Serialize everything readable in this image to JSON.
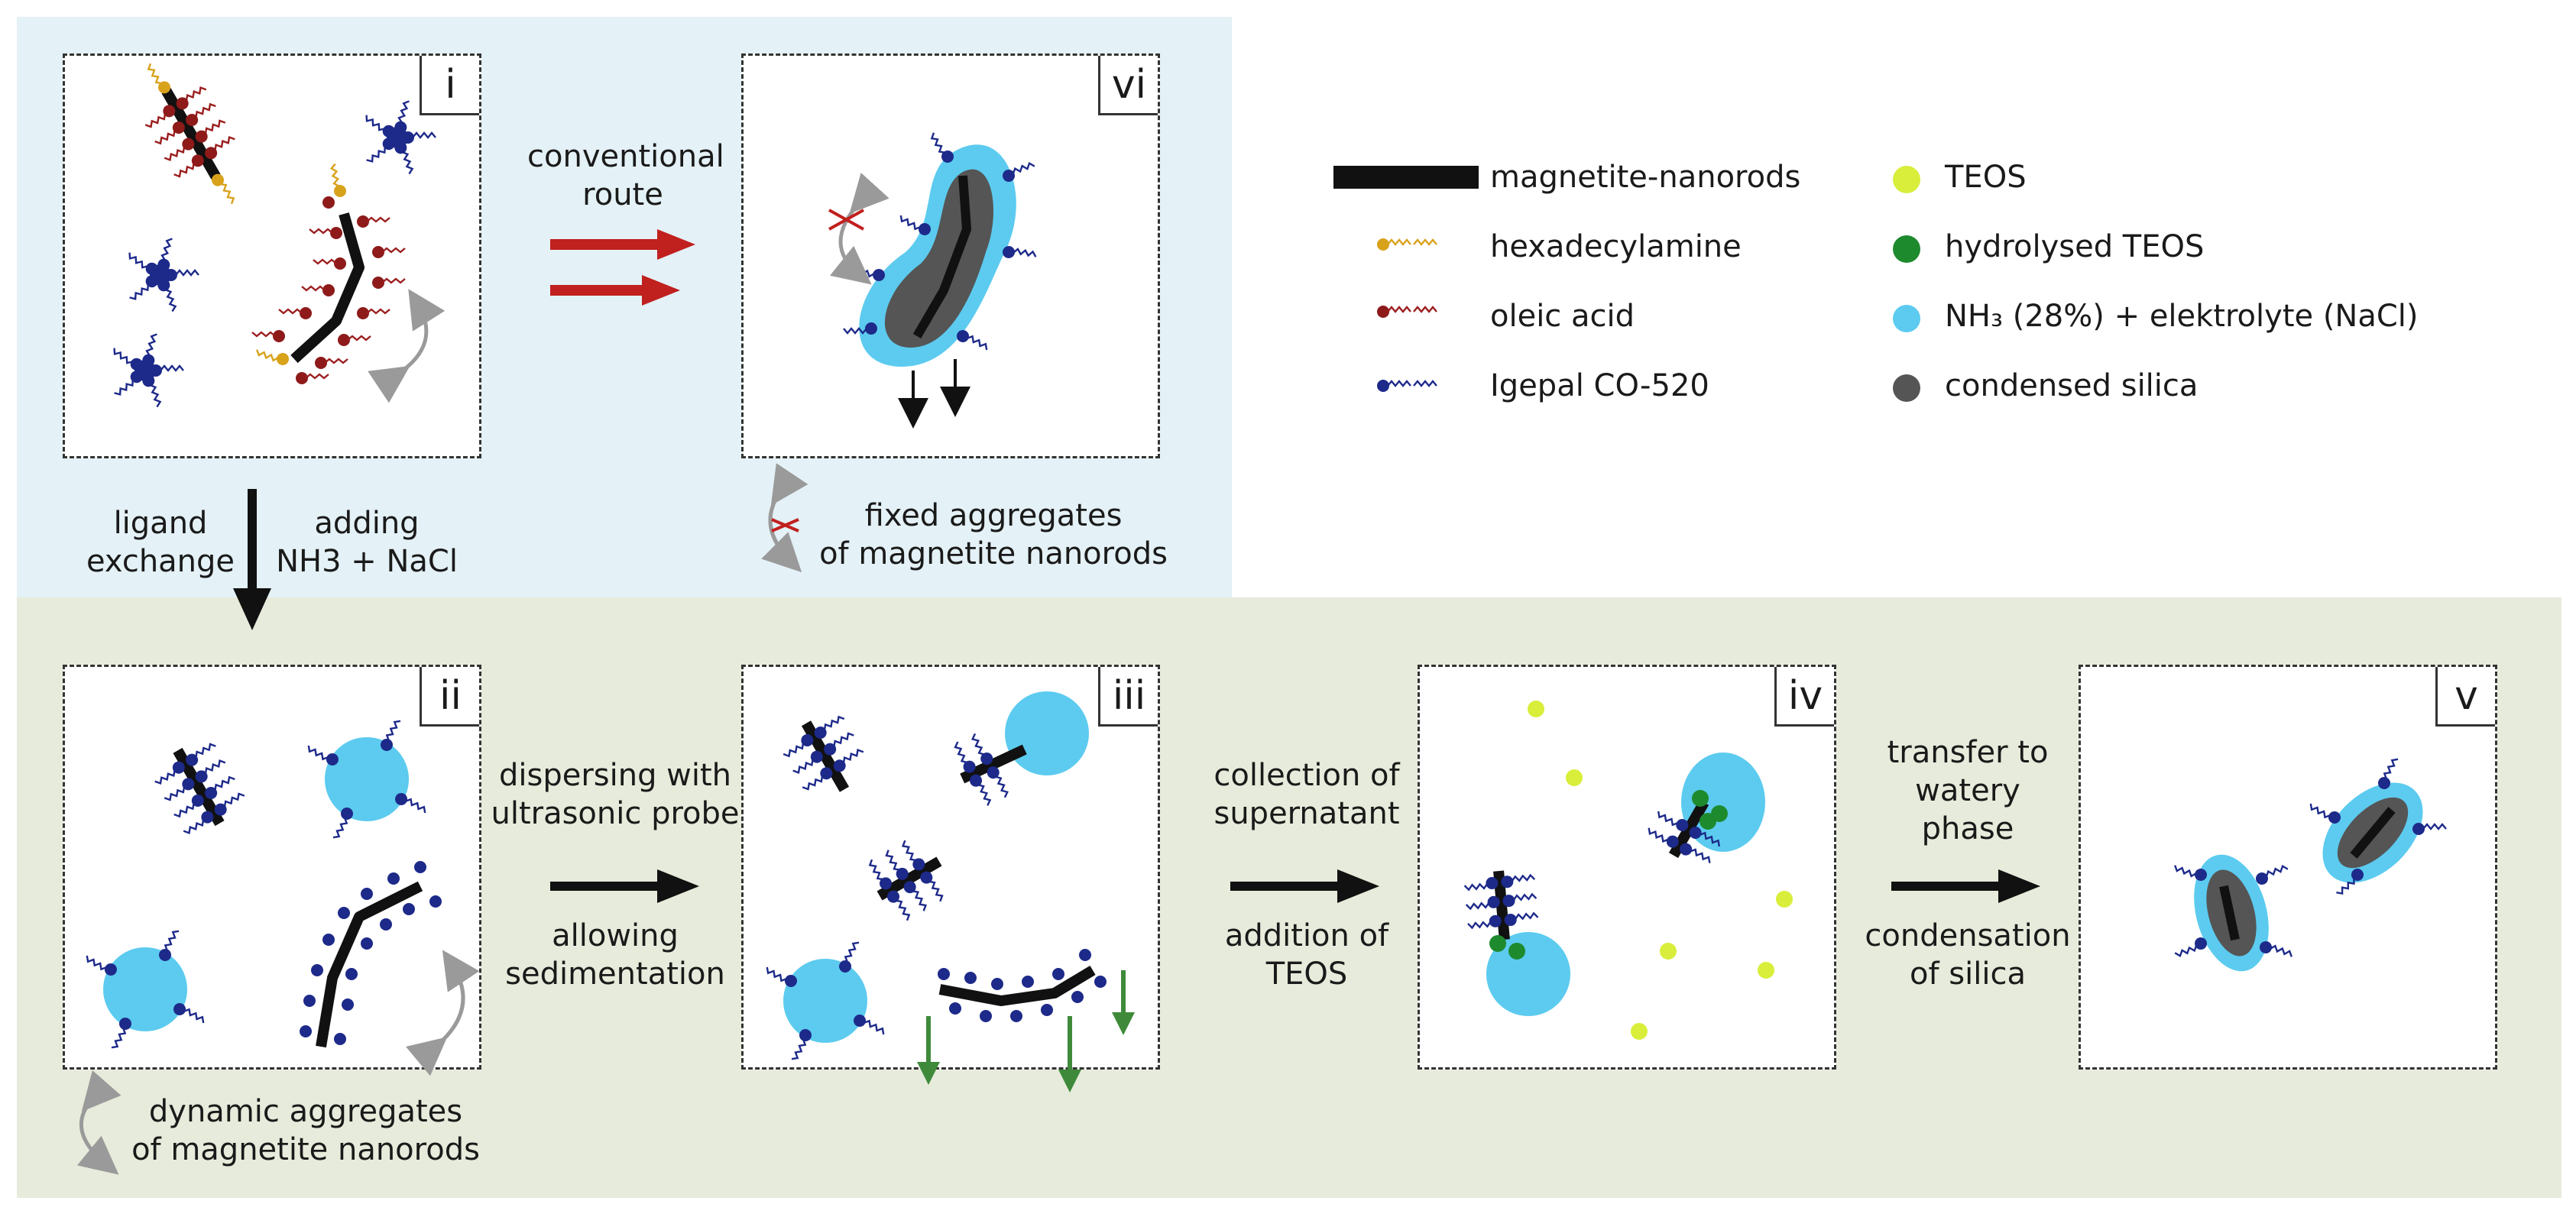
{
  "panels": {
    "i": "i",
    "ii": "ii",
    "iii": "iii",
    "iv": "iv",
    "v": "v",
    "vi": "vi"
  },
  "steps": {
    "conventional": [
      "conventional",
      "route"
    ],
    "ligand": [
      "ligand",
      "exchange"
    ],
    "adding": [
      "adding",
      "NH3 + NaCl"
    ],
    "fixed": [
      "fixed aggregates",
      "of magnetite nanorods"
    ],
    "dynamic": [
      "dynamic aggregates",
      "of magnetite nanorods"
    ],
    "disperse_top": [
      "dispersing with",
      "ultrasonic probe"
    ],
    "disperse_bottom": [
      "allowing",
      "sedimentation"
    ],
    "collect_top": [
      "collection of",
      "supernatant"
    ],
    "collect_bottom": [
      "addition of",
      "TEOS"
    ],
    "transfer_top": [
      "transfer to",
      "watery",
      "phase"
    ],
    "transfer_bottom": [
      "condensation",
      "of silica"
    ]
  },
  "legend": {
    "left": [
      {
        "label": "magnetite-nanorods",
        "icon": "nanorod-icon"
      },
      {
        "label": "hexadecylamine",
        "icon": "hexadecylamine-icon",
        "color": "#d9a21b"
      },
      {
        "label": "oleic acid",
        "icon": "oleic-acid-icon",
        "color": "#9b1d1d"
      },
      {
        "label": "Igepal CO-520",
        "icon": "igepal-icon",
        "color": "#1d2a8a"
      }
    ],
    "right": [
      {
        "label": "TEOS",
        "icon": "teos-dot-icon",
        "color": "#d8ee3a"
      },
      {
        "label": "hydrolysed TEOS",
        "icon": "hydrolysed-teos-dot-icon",
        "color": "#1e8a2e"
      },
      {
        "label": "NH₃ (28%) + elektrolyte (NaCl)",
        "icon": "ammonia-droplet-icon",
        "color": "#5ccbef"
      },
      {
        "label": "condensed silica",
        "icon": "silica-dot-icon",
        "color": "#555555"
      }
    ]
  },
  "colors": {
    "region_top": "#e4f1f6",
    "region_bottom": "#e7ebdb",
    "rod": "#111111",
    "droplet": "#5ccbef",
    "sediment_arrow": "#3f8a3a",
    "route_arrow": "#c0201e"
  }
}
